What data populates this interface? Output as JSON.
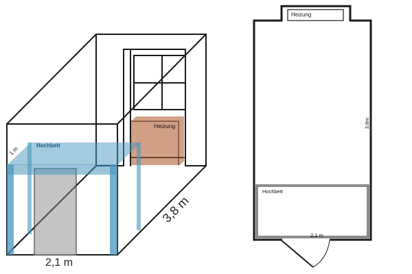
{
  "perspective_view": {
    "bed_label": "Hochbett",
    "bed_height_label": "1 m",
    "heater_label": "Heizung",
    "width_label": "2,1 m",
    "length_label": "3,8 m"
  },
  "floor_plan": {
    "heater_label": "Heizung",
    "bed_label": "Hochbett",
    "width_label": "2,1 m",
    "length_label": "3,8m"
  },
  "colors": {
    "bed": "#4a96bd",
    "heater": "#c98f70",
    "door": "#c4c4c4",
    "lines": "#1a1a1a"
  }
}
